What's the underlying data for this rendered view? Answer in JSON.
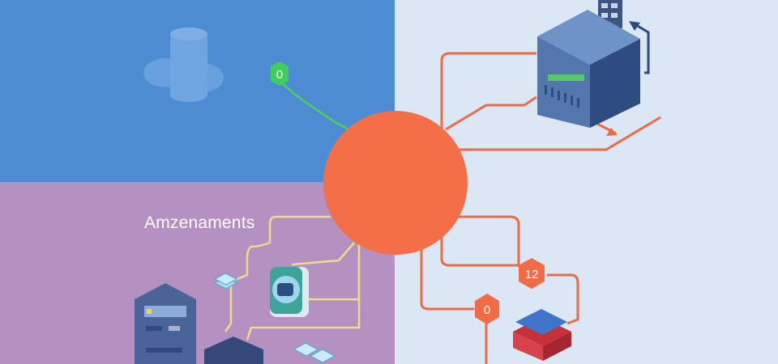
{
  "diagram": {
    "section_label": "Amzenaments",
    "badges": [
      {
        "label": "0",
        "color": "#3fcf5a"
      },
      {
        "label": "12",
        "color": "#f26b47"
      },
      {
        "label": "0",
        "color": "#f26b47"
      }
    ]
  },
  "colors": {
    "top_left_bg": "#4d8cd3",
    "bottom_left_bg": "#b491c1",
    "right_bg": "#dbe7f4",
    "hub": "#f46e48",
    "orange_line": "#ee6a45",
    "yellow_line": "#f1d98e",
    "green_line": "#4ccf5b"
  }
}
